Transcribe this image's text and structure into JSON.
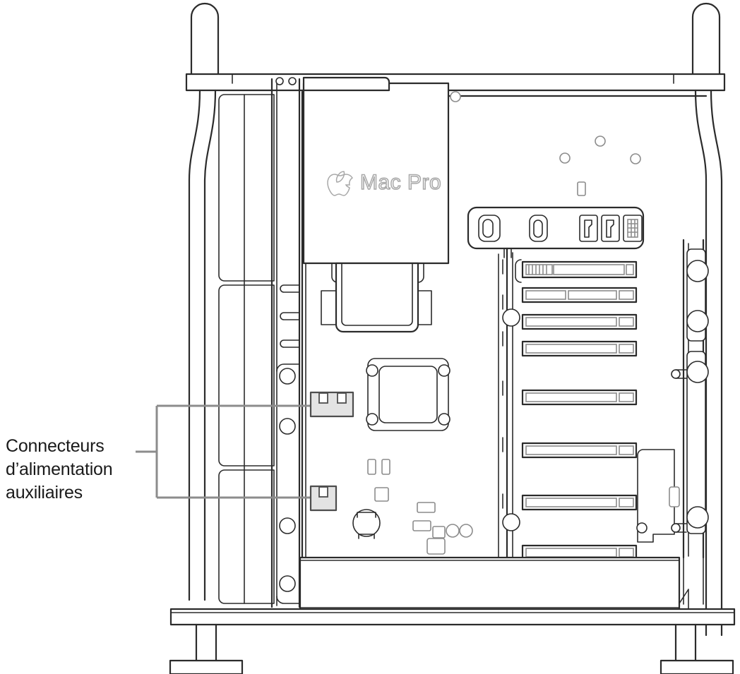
{
  "diagram": {
    "title": "Mac Pro tower interior side view",
    "device_logo": "Mac Pro",
    "apple_logo_icon": "apple-logo-icon",
    "colors": {
      "outline": "#2b2b2b",
      "outline_light": "#8c8c8c",
      "highlight_fill": "#e3e3e3",
      "highlight_stroke": "#4d4d4d",
      "leader": "#8c8c8c",
      "text": "#1a1a1a",
      "background": "#ffffff"
    }
  },
  "callout": {
    "lines": [
      "Connecteurs",
      "d’alimentation",
      "auxiliaires"
    ],
    "full_text": "Connecteurs d’alimentation auxiliaires",
    "leader_style": "bracket",
    "targets": 2
  },
  "highlights": [
    {
      "name": "auxiliary-power-connector-upper",
      "notches": 2
    },
    {
      "name": "auxiliary-power-connector-lower",
      "notches": 1
    }
  ],
  "io_ports": [
    {
      "name": "port-rounded-rect",
      "type": "headphone-jack"
    },
    {
      "name": "port-usb-c",
      "type": "usb-c"
    },
    {
      "name": "port-usb-a-1",
      "type": "usb-a"
    },
    {
      "name": "port-usb-a-2",
      "type": "usb-a"
    },
    {
      "name": "port-ethernet",
      "type": "ethernet"
    }
  ],
  "pcie_slots": {
    "count": 8
  },
  "handles": {
    "count": 2,
    "positions": [
      "left",
      "right"
    ]
  },
  "feet": {
    "count": 2
  }
}
